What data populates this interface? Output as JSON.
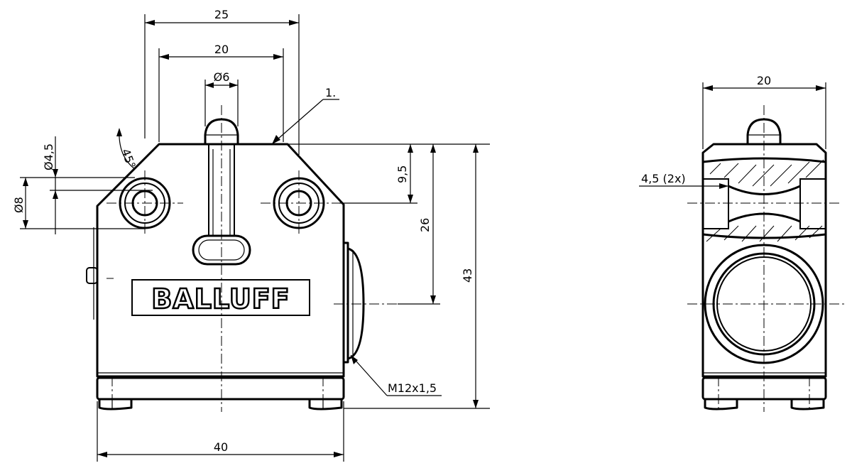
{
  "front_view": {
    "dim_width_top": "25",
    "dim_hole_spacing": "20",
    "dim_plunger_dia": "Ø6",
    "dim_body_width": "40",
    "dim_top_to_hole": "9,5",
    "dim_hole_to_conduit": "26",
    "dim_total_height": "43",
    "dim_hole_small": "Ø4,5",
    "dim_hole_large": "Ø8",
    "chamfer_angle": "45°",
    "callout": "1.",
    "thread_label": "M12x1,5",
    "logo": "BALLUFF"
  },
  "side_view": {
    "dim_width": "20",
    "hole_note": "4,5 (2x)"
  }
}
